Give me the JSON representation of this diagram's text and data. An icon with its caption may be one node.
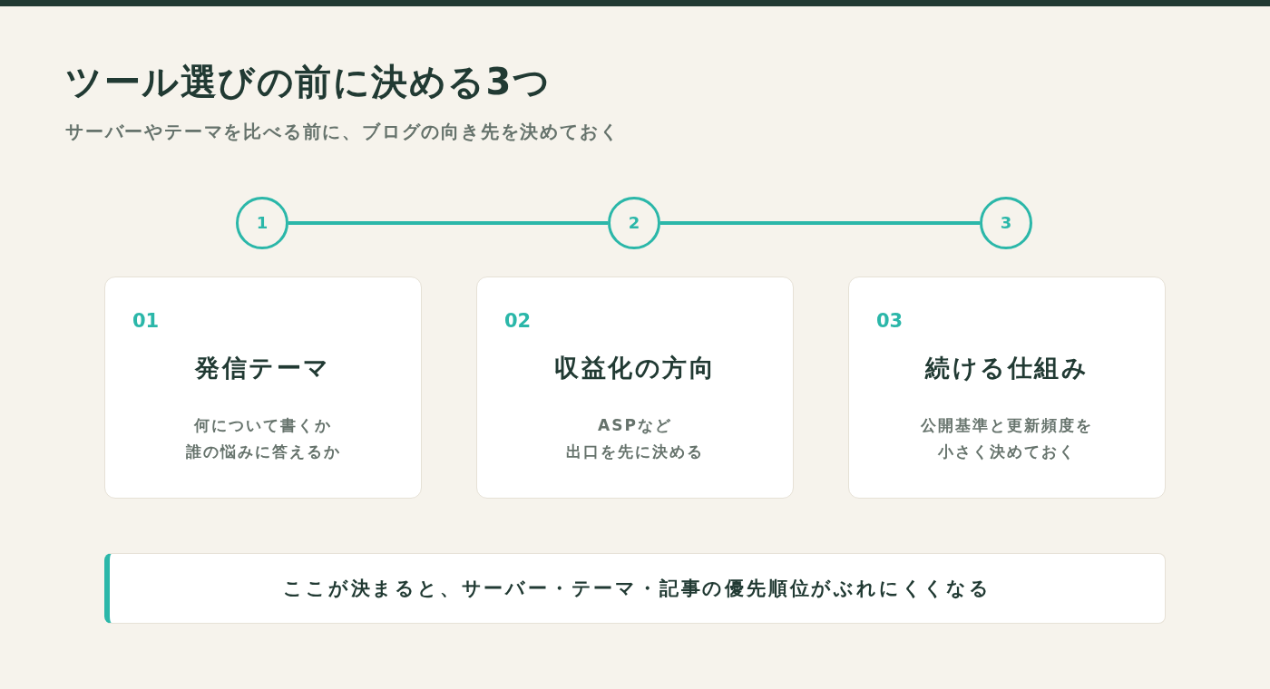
{
  "diagram": {
    "title": "ツール選びの前に決める3つ",
    "nodes": [
      {
        "text": [
          "1"
        ]
      },
      {
        "text": [
          "2"
        ]
      },
      {
        "text": [
          "3"
        ]
      },
      {
        "text": [
          "01",
          "発信テーマ",
          "何について書くか誰の悩みに答えるか"
        ]
      },
      {
        "text": [
          "02",
          "収益化の方向",
          "ASPなど出口を先に決める"
        ]
      },
      {
        "text": [
          "03",
          "続ける仕組み",
          "公開基準と更新頻度を小さく決めておく"
        ]
      },
      {
        "text": [
          "ここが決まると、サーバー・テーマ・記事の優先順位がぶれにくくなる"
        ]
      }
    ],
    "edges": [
      {
        "from": 0,
        "to": 1,
        "arrow": "none"
      },
      {
        "from": 1,
        "to": 2,
        "arrow": "none"
      }
    ],
    "labels": [
      "サーバーやテーマを比べる前に、ブログの向き先を決めておく"
    ]
  }
}
